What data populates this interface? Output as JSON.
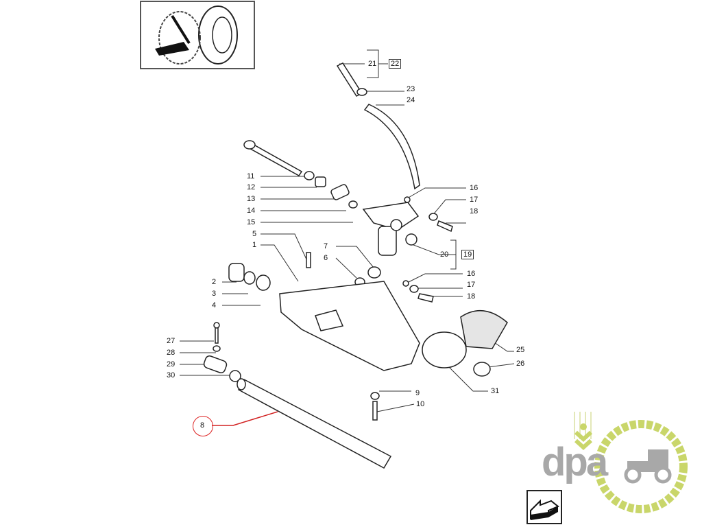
{
  "diagram": {
    "labels": [
      "21",
      "22",
      "23",
      "24",
      "11",
      "12",
      "13",
      "14",
      "15",
      "16",
      "17",
      "18",
      "5",
      "1",
      "7",
      "6",
      "20",
      "19",
      "2",
      "3",
      "4",
      "16",
      "17",
      "18",
      "27",
      "28",
      "29",
      "30",
      "25",
      "26",
      "9",
      "10",
      "31",
      "8"
    ],
    "highlight_color": "#d22222"
  },
  "logo": {
    "text": "dpa",
    "primary_color": "#c9d66a",
    "text_color": "#a8a8a8"
  },
  "nav": {
    "icon": "arrow-back-icon"
  }
}
